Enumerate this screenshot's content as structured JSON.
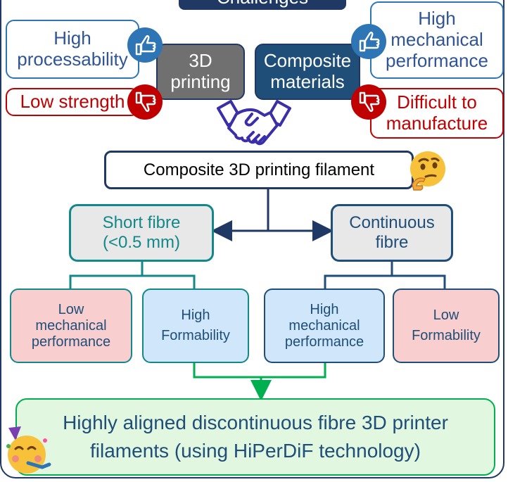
{
  "diagram": {
    "title": "Challenges",
    "pro_left": [
      "High",
      "processability"
    ],
    "con_left": "Low strength",
    "printing": [
      "3D",
      "printing"
    ],
    "composite": [
      "Composite",
      "materials"
    ],
    "pro_right": [
      "High",
      "mechanical",
      "performance"
    ],
    "con_right": [
      "Difficult to",
      "manufacture"
    ],
    "filament": "Composite 3D printing filament",
    "short_fibre": [
      "Short fibre",
      "(<0.5 mm)"
    ],
    "continuous_fibre": [
      "Continuous",
      "fibre"
    ],
    "sf_low_mech": [
      "Low",
      "mechanical",
      "performance"
    ],
    "sf_high_form": [
      "High",
      "Formability"
    ],
    "cf_high_mech": [
      "High",
      "mechanical",
      "performance"
    ],
    "cf_low_form": [
      "Low",
      "Formability"
    ],
    "result": [
      "Highly aligned discontinuous fibre 3D printer",
      "filaments (using HiPerDiF technology)"
    ]
  },
  "colors": {
    "navy": "#1f3864",
    "teal": "#12888a",
    "red": "#c00000",
    "green": "#00b050",
    "blue_text": "#2f5597"
  },
  "icons": [
    "thumbs-up-icon",
    "thumbs-down-icon",
    "handshake-icon",
    "thinking-face-icon",
    "party-face-icon"
  ]
}
